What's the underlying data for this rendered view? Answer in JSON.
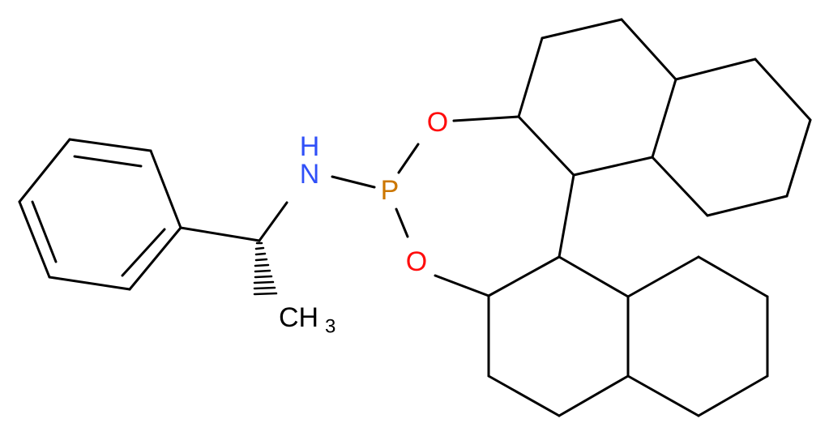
{
  "molecule": {
    "labels": {
      "oxygen_top": "O",
      "oxygen_bottom": "O",
      "phosphorus": "P",
      "amine_nitrogen": "N",
      "amine_hydrogen": "H",
      "methyl": "CH",
      "methyl_subscript": "3"
    },
    "colors": {
      "bond": "#000000",
      "oxygen": "#ff0d0d",
      "nitrogen": "#3050f8",
      "phosphorus": "#cc7700",
      "carbon": "#000000"
    }
  }
}
